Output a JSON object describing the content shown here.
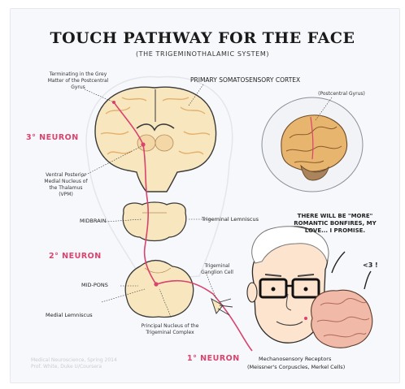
{
  "title": "TOUCH PATHWAY FOR THE FACE",
  "subtitle": "(THE TRIGEMINOTHALAMIC SYSTEM)",
  "labels": {
    "terminating": "Terminating in the Grey Matter of the Postcentral Gyrus",
    "primary_cortex": "PRIMARY SOMATOSENSORY CORTEX",
    "postcentral": "(Postcentral Gyrus)",
    "vpm": "Ventral Posterior Medial Nucleus of the Thalamus (VPM)",
    "midbrain": "MIDBRAIN",
    "trigeminal_lemniscus": "Trigeminal Lemniscus",
    "mid_pons": "MID-PONS",
    "trigeminal_ganglion": "Trigeminal Ganglion Cell",
    "medial_lemniscus": "Medial Lemniscus",
    "principal_nucleus": "Principal Nucleus of the Trigeminal Complex",
    "mechanoreceptors": "Mechanosensory Receptors",
    "mechanoreceptor_types": "(Meissner's Corpuscles, Merkel Cells)"
  },
  "neurons": {
    "third": "3° NEURON",
    "second": "2° NEURON",
    "first": "1° NEURON"
  },
  "speech": {
    "main": "THERE WILL BE \"MORE\" ROMANTIC BONFIRES, MY LOVE... I PROMISE.",
    "heart": "<3 !"
  },
  "credit": {
    "line1": "Medical Neuroscience, Spring 2014",
    "line2": "Prof. White, Duke U/Coursera"
  },
  "colors": {
    "pathway": "#d9436e",
    "brain": "#f8e6bf",
    "brain_outline": "#3a3a3a",
    "brain_gyri": "#e4b06c",
    "neuron_label": "#d9436e"
  }
}
